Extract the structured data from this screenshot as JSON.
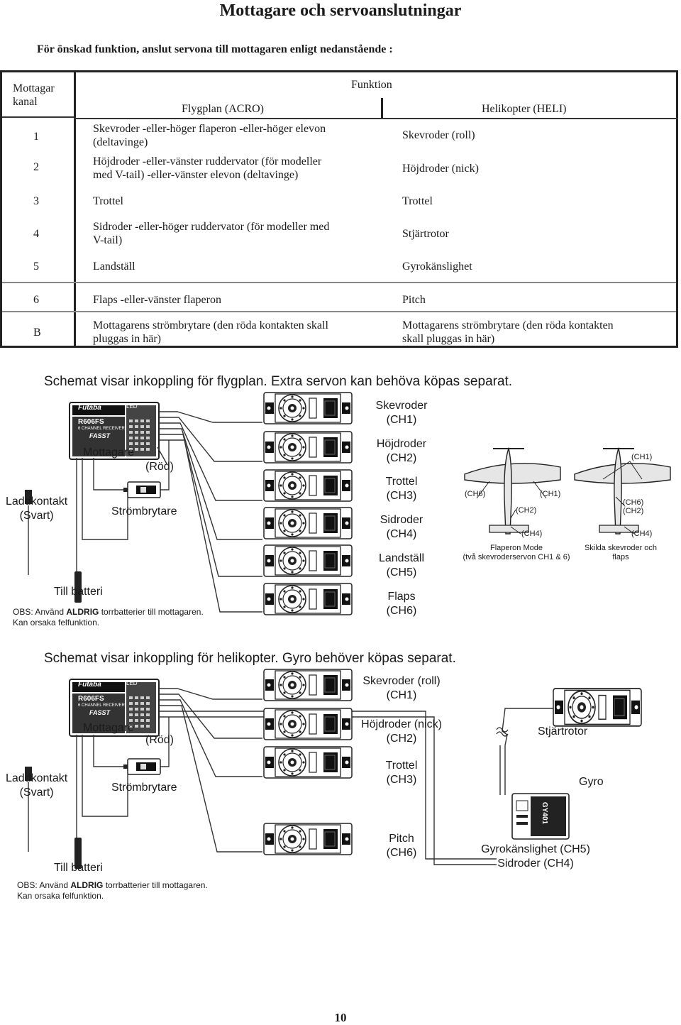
{
  "title": "Mottagare och servoanslutningar",
  "intro": "För önskad funktion, anslut servona till mottagaren enligt nedanstående :",
  "table": {
    "col_receiver": "Mottagar kanal",
    "col_receiver_line1": "Mottagar",
    "col_receiver_line2": "kanal",
    "col_function": "Funktion",
    "col_acro": "Flygplan (ACRO)",
    "col_heli": "Helikopter (HELI)",
    "rows": [
      {
        "ch": "1",
        "acro1": "Skevroder -eller-höger flaperon -eller-höger elevon",
        "acro2": "(deltavinge)",
        "heli": "Skevroder (roll)"
      },
      {
        "ch": "2",
        "acro1": "Höjdroder -eller-vänster ruddervator (för modeller",
        "acro2": "med V-tail) -eller-vänster elevon (deltavinge)",
        "heli": "Höjdroder (nick)"
      },
      {
        "ch": "3",
        "acro1": "Trottel",
        "acro2": "",
        "heli": "Trottel"
      },
      {
        "ch": "4",
        "acro1": "Sidroder -eller-höger ruddervator (för modeller med",
        "acro2": "V-tail)",
        "heli": "Stjärtrotor"
      },
      {
        "ch": "5",
        "acro1": "Landställ",
        "acro2": "",
        "heli": "Gyrokänslighet"
      },
      {
        "ch": "6",
        "acro1": "Flaps -eller-vänster flaperon",
        "acro2": "",
        "heli": "Pitch"
      },
      {
        "ch": "B",
        "acro1": "Mottagarens strömbrytare (den röda kontakten skall",
        "acro2": "pluggas in här)",
        "heli1": "Mottagarens strömbrytare (den röda kontakten",
        "heli2": "skall pluggas in här)"
      }
    ]
  },
  "airplane": {
    "heading": "Schemat visar inkoppling för flygplan. Extra servon kan behöva köpas separat.",
    "receiver_brand": "Futaba",
    "receiver_model": "R606FS",
    "receiver_sub": "6 CHANNEL RECEIVER",
    "receiver_fasst": "FASST",
    "receiver_led": "LED",
    "receiver_label": "Mottagare",
    "red_label": "(Röd)",
    "charge_label1": "Laddkontakt",
    "charge_label2": "(Svart)",
    "switch_label": "Strömbrytare",
    "battery_label": "Till batteri",
    "note_prefix": "OBS: Använd ",
    "note_bold": "ALDRIG",
    "note_suffix": " torrbatterier till mottagaren.",
    "note_line2": "Kan orsaka felfunktion.",
    "servos": [
      {
        "l1": "Skevroder",
        "l2": "(CH1)"
      },
      {
        "l1": "Höjdroder",
        "l2": "(CH2)"
      },
      {
        "l1": "Trottel",
        "l2": "(CH3)"
      },
      {
        "l1": "Sidroder",
        "l2": "(CH4)"
      },
      {
        "l1": "Landställ",
        "l2": "(CH5)"
      },
      {
        "l1": "Flaps",
        "l2": "(CH6)"
      }
    ],
    "plane1": {
      "ch6": "(CH6)",
      "ch1": "(CH1)",
      "ch2": "(CH2)",
      "ch4": "(CH4)",
      "cap1": "Flaperon Mode",
      "cap2": "(två skevroderservon CH1 & 6)"
    },
    "plane2": {
      "ch1": "(CH1)",
      "ch6": "(CH6)",
      "ch2": "(CH2)",
      "ch4": "(CH4)",
      "cap": "Skilda skevroder och flaps"
    }
  },
  "heli": {
    "heading": "Schemat visar inkoppling för helikopter. Gyro behöver köpas separat.",
    "receiver_label": "Mottagare",
    "red_label": "(Röd)",
    "charge_label1": "Laddkontakt",
    "charge_label2": "(Svart)",
    "switch_label": "Strömbrytare",
    "battery_label": "Till batteri",
    "note_prefix": "OBS: Använd ",
    "note_bold": "ALDRIG",
    "note_suffix": " torrbatterier till mottagaren.",
    "note_line2": "Kan orsaka felfunktion.",
    "servos": [
      {
        "l1": "Skevroder (roll)",
        "l2": "(CH1)"
      },
      {
        "l1": "Höjdroder (nick)",
        "l2": "(CH2)"
      },
      {
        "l1": "Trottel",
        "l2": "(CH3)"
      },
      {
        "l1": "Pitch",
        "l2": "(CH6)"
      }
    ],
    "tail_label": "Stjärtrotor",
    "gyro_label": "Gyro",
    "gyro_model": "GY401",
    "gyro_sub1": "Gyrokänslighet (CH5)",
    "gyro_sub2": "Sidroder (CH4)"
  },
  "page_number": "10"
}
